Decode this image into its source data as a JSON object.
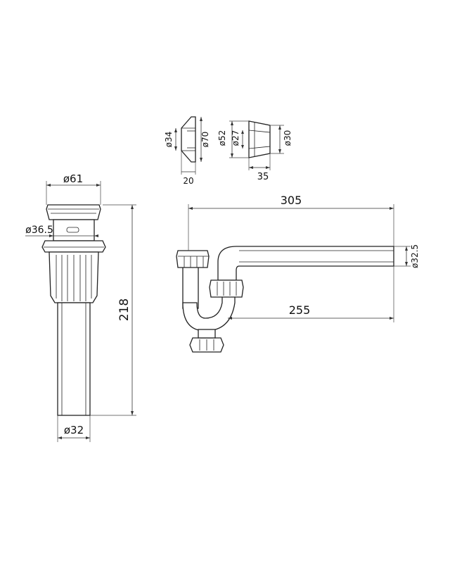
{
  "drawing": {
    "waste": {
      "top_diameter": "ø61",
      "body_diameter": "ø36.5",
      "pipe_diameter": "ø32",
      "height": "218"
    },
    "flange": {
      "inner_diameter": "ø34",
      "outer_diameter": "ø70",
      "depth": "20"
    },
    "reducer": {
      "outer_diameter": "ø52",
      "inner_diameter": "ø27",
      "small_diameter": "ø30",
      "length": "35"
    },
    "trap": {
      "total_length": "305",
      "arm_length": "255",
      "pipe_diameter": "ø32.5"
    }
  }
}
